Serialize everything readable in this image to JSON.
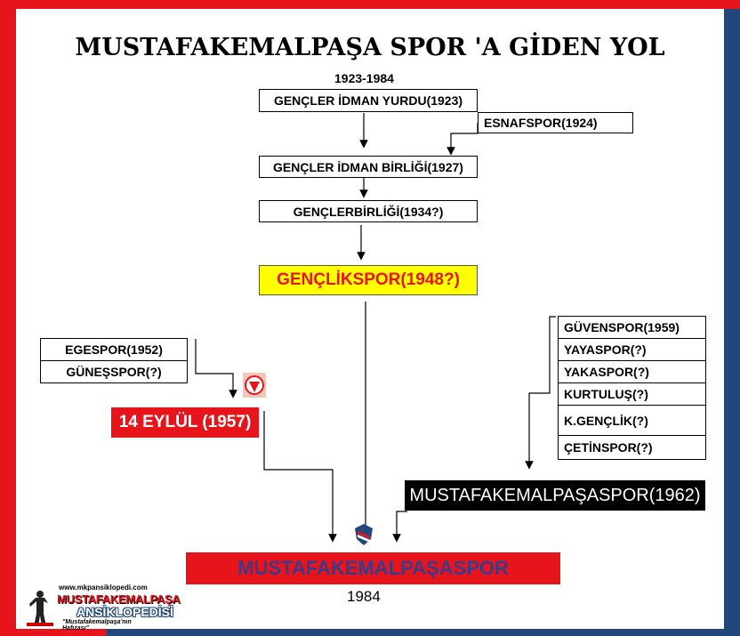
{
  "title": "MUSTAFAKEMALPAŞA SPOR 'A GİDEN YOL",
  "years": "1923-1984",
  "nodes": {
    "genc_idman_yurdu": "GENÇLER İDMAN YURDU(1923)",
    "esnafspor": "ESNAFSPOR(1924)",
    "genc_idman_birligi": "GENÇLER İDMAN BİRLİĞİ(1927)",
    "genclerbirligi": "GENÇLERBİRLİĞİ(1934?)",
    "genclikspor": "GENÇLİKSPOR(1948?)",
    "egespor": "EGESPOR(1952)",
    "gunesspor": "GÜNEŞSPOR(?)",
    "on_dort_eylul": "14 EYLÜL (1957)",
    "mkp_1962": "MUSTAFAKEMALPAŞASPOR(1962)",
    "final": "MUSTAFAKEMALPAŞASPOR",
    "final_year": "1984"
  },
  "right_list": [
    "GÜVENSPOR(1959)",
    "YAYASPOR(?)",
    "YAKASPOR(?)",
    "KURTULUŞ(?)",
    "K.GENÇLİK(?)",
    "ÇETİNSPOR(?)"
  ],
  "logo": {
    "url": "www.mkpansiklopedi.com",
    "line1": "MUSTAFAKEMALPAŞA",
    "line2": "ANSİKLOPEDİSİ",
    "tagline": "\"Mustafakemalpaşa'nın Hafızası\""
  },
  "colors": {
    "red": "#e8141c",
    "blue": "#22477d",
    "yellow": "#ffff00"
  }
}
